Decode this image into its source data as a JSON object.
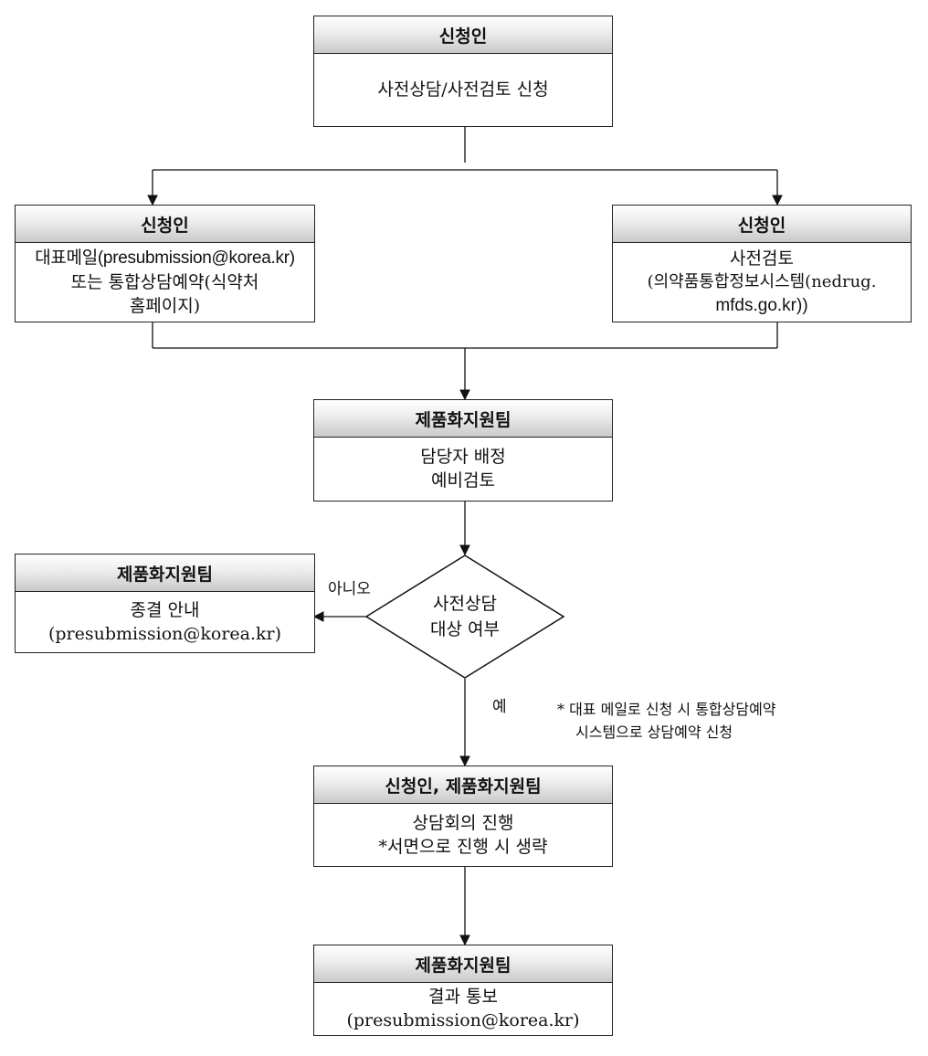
{
  "step1": {
    "title": "신청인",
    "lines": [
      "사전상담/사전검토 신청"
    ]
  },
  "step2a": {
    "title": "신청인",
    "lines": [
      "대표메일(presubmission@korea.kr)",
      "또는 통합상담예약(식약처",
      "홈페이지)"
    ]
  },
  "step2b": {
    "title": "신청인",
    "lines": [
      "사전검토",
      "(의약품통합정보시스템(nedrug.",
      "mfds.go.kr))"
    ]
  },
  "step3": {
    "title": "제품화지원팀",
    "lines": [
      "담당자 배정",
      "예비검토"
    ]
  },
  "decision": {
    "lines": [
      "사전상담",
      "대상 여부"
    ],
    "no_label": "아니오",
    "yes_label": "예"
  },
  "step_end": {
    "title": "제품화지원팀",
    "lines": [
      "종결 안내",
      "(presubmission@korea.kr)"
    ]
  },
  "step4": {
    "title": "신청인, 제품화지원팀",
    "lines": [
      "상담회의 진행",
      "*서면으로 진행 시 생략"
    ]
  },
  "step5": {
    "title": "제품화지원팀",
    "lines": [
      "결과 통보",
      "(presubmission@korea.kr)"
    ]
  },
  "note": {
    "lines": [
      "* 대표 메일로 신청 시 통합상담예약",
      "  시스템으로 상담예약 신청"
    ]
  }
}
